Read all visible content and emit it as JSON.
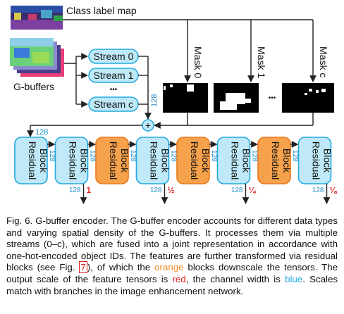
{
  "labels": {
    "class_label_map": "Class label map",
    "g_buffers": "G-buffers",
    "streams": [
      "Stream 0",
      "Stream 1",
      "Stream c"
    ],
    "stream_dots": "•••",
    "masks": [
      "Mask 0",
      "Mask 1",
      "Mask c"
    ],
    "mask_dots": "•••",
    "plus": "+",
    "width_stream": "128",
    "width_input": "128"
  },
  "blocks": [
    {
      "label": "Residual Block",
      "kind": "blue",
      "channels": "128"
    },
    {
      "label": "Residual Block",
      "kind": "blue",
      "channels": "128",
      "out_channels": "128",
      "scale": "1"
    },
    {
      "label": "Residual Block",
      "kind": "orange",
      "channels": "128"
    },
    {
      "label": "Residual Block",
      "kind": "blue",
      "channels": "128",
      "out_channels": "128",
      "scale": "½"
    },
    {
      "label": "Residual Block",
      "kind": "orange",
      "channels": "128"
    },
    {
      "label": "Residual Block",
      "kind": "blue",
      "channels": "128",
      "out_channels": "128",
      "scale": "¼"
    },
    {
      "label": "Residual Block",
      "kind": "orange",
      "channels": "128"
    },
    {
      "label": "Residual Block",
      "kind": "blue",
      "channels": "128",
      "out_channels": "128",
      "scale": "⅛"
    }
  ],
  "colors": {
    "blue_fill": "#bfe9f8",
    "blue_stroke": "#23a9e1",
    "orange_fill": "#f6a24c",
    "orange_stroke": "#e8771c",
    "channel_text": "#1f8fc9",
    "scale_text": "#e02020"
  },
  "caption": {
    "part1": "Fig. 6. G-buffer encoder. The G-buffer encoder accounts for different data types and varying spatial density of the G-buffers. It processes them via multiple streams (0–c), which are fused into a joint representation in accordance with one-hot-encoded object IDs. The features are further transformed via residual blocks (see Fig. ",
    "fig_ref": "7",
    "part2": "), of which the ",
    "orange_word": "orange",
    "part3": " blocks downscale the tensors. The output scale of the feature tensors is ",
    "red_word": "red",
    "part4": ", the channel width is ",
    "blue_word": "blue",
    "part5": ". Scales match with branches in the image enhancement network."
  }
}
